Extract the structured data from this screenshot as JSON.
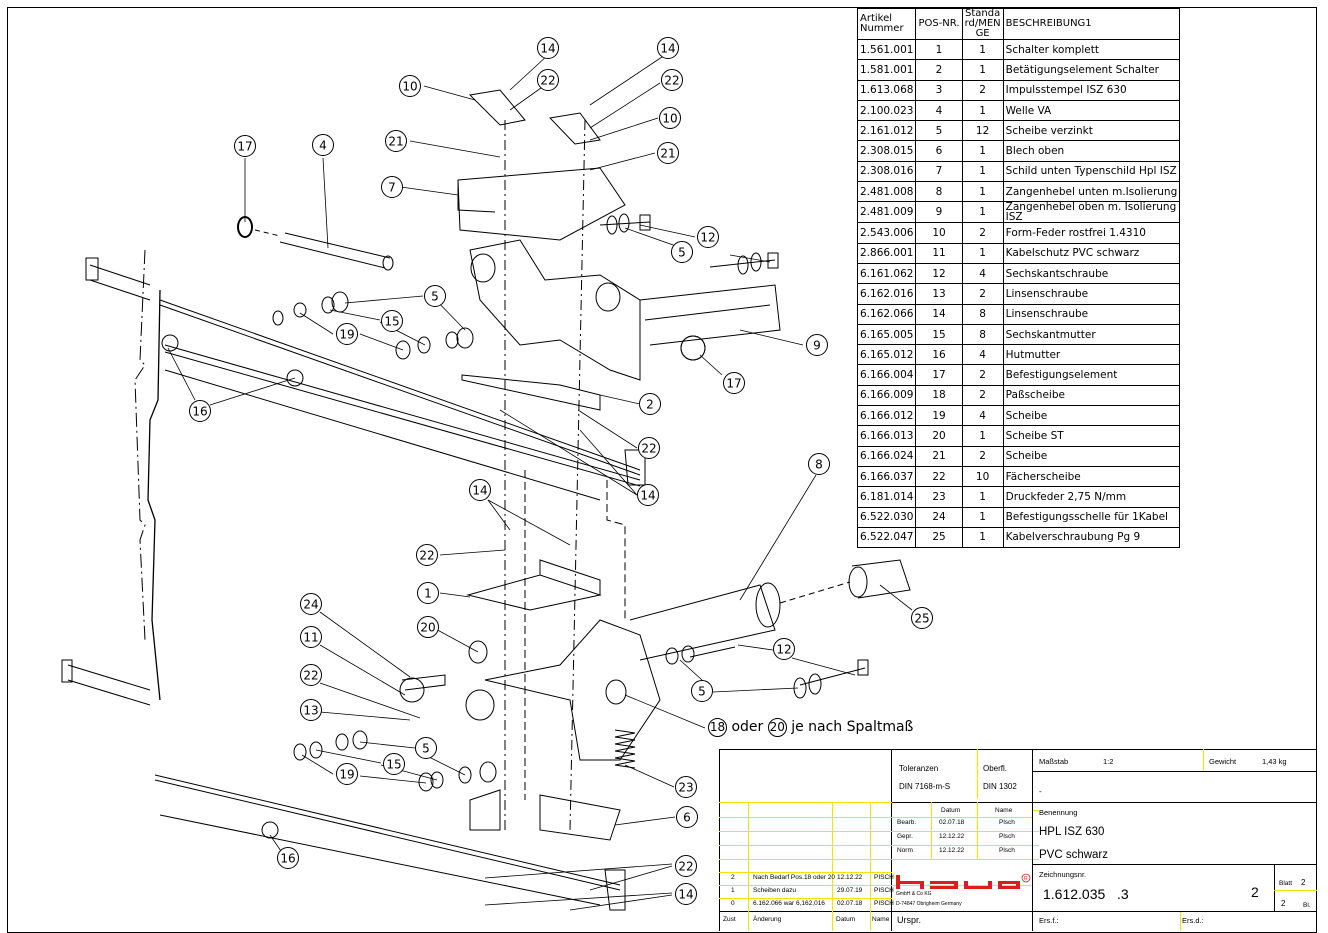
{
  "parts_table": {
    "headers": [
      "Artikel Nummer",
      "POS-NR.",
      "Standard/MENGE",
      "BESCHREIBUNG1"
    ],
    "header_display": {
      "artikel_line1": "Artikel",
      "artikel_line2": "Nummer",
      "pos": "POS-NR.",
      "menge_line1": "Standa",
      "menge_line2": "rd/MEN",
      "menge_line3": "GE",
      "beschreibung": "BESCHREIBUNG1"
    },
    "rows": [
      {
        "artikel": "1.561.001",
        "pos": "1",
        "menge": "1",
        "beschreibung": "Schalter komplett"
      },
      {
        "artikel": "1.581.001",
        "pos": "2",
        "menge": "1",
        "beschreibung": "Betätigungselement Schalter"
      },
      {
        "artikel": "1.613.068",
        "pos": "3",
        "menge": "2",
        "beschreibung": "Impulsstempel ISZ 630"
      },
      {
        "artikel": "2.100.023",
        "pos": "4",
        "menge": "1",
        "beschreibung": "Welle VA"
      },
      {
        "artikel": "2.161.012",
        "pos": "5",
        "menge": "12",
        "beschreibung": "Scheibe verzinkt"
      },
      {
        "artikel": "2.308.015",
        "pos": "6",
        "menge": "1",
        "beschreibung": "Blech oben"
      },
      {
        "artikel": "2.308.016",
        "pos": "7",
        "menge": "1",
        "beschreibung": "Schild unten Typenschild Hpl ISZ"
      },
      {
        "artikel": "2.481.008",
        "pos": "8",
        "menge": "1",
        "beschreibung": "Zangenhebel unten m.Isolierung"
      },
      {
        "artikel": "2.481.009",
        "pos": "9",
        "menge": "1",
        "beschreibung": "Zangenhebel oben m. Isolierung ISZ"
      },
      {
        "artikel": "2.543.006",
        "pos": "10",
        "menge": "2",
        "beschreibung": "Form-Feder rostfrei 1.4310"
      },
      {
        "artikel": "2.866.001",
        "pos": "11",
        "menge": "1",
        "beschreibung": "Kabelschutz PVC schwarz"
      },
      {
        "artikel": "6.161.062",
        "pos": "12",
        "menge": "4",
        "beschreibung": "Sechskantschraube"
      },
      {
        "artikel": "6.162.016",
        "pos": "13",
        "menge": "2",
        "beschreibung": "Linsenschraube"
      },
      {
        "artikel": "6.162.066",
        "pos": "14",
        "menge": "8",
        "beschreibung": "Linsenschraube"
      },
      {
        "artikel": "6.165.005",
        "pos": "15",
        "menge": "8",
        "beschreibung": "Sechskantmutter"
      },
      {
        "artikel": "6.165.012",
        "pos": "16",
        "menge": "4",
        "beschreibung": "Hutmutter"
      },
      {
        "artikel": "6.166.004",
        "pos": "17",
        "menge": "2",
        "beschreibung": "Befestigungselement"
      },
      {
        "artikel": "6.166.009",
        "pos": "18",
        "menge": "2",
        "beschreibung": "Paßscheibe"
      },
      {
        "artikel": "6.166.012",
        "pos": "19",
        "menge": "4",
        "beschreibung": "Scheibe"
      },
      {
        "artikel": "6.166.013",
        "pos": "20",
        "menge": "1",
        "beschreibung": "Scheibe ST"
      },
      {
        "artikel": "6.166.024",
        "pos": "21",
        "menge": "2",
        "beschreibung": "Scheibe"
      },
      {
        "artikel": "6.166.037",
        "pos": "22",
        "menge": "10",
        "beschreibung": "Fächerscheibe"
      },
      {
        "artikel": "6.181.014",
        "pos": "23",
        "menge": "1",
        "beschreibung": "Druckfeder 2,75 N/mm"
      },
      {
        "artikel": "6.522.030",
        "pos": "24",
        "menge": "1",
        "beschreibung": "Befestigungsschelle für 1Kabel"
      },
      {
        "artikel": "6.522.047",
        "pos": "25",
        "menge": "1",
        "beschreibung": "Kabelverschraubung Pg 9"
      }
    ]
  },
  "drawing": {
    "note": {
      "a": "18",
      "oder": "oder",
      "b": "20",
      "rest": "je nach Spaltmaß"
    },
    "callouts": [
      "14",
      "22",
      "10",
      "14",
      "22",
      "10",
      "21",
      "21",
      "7",
      "17",
      "4",
      "12",
      "5",
      "5",
      "15",
      "19",
      "9",
      "16",
      "17",
      "2",
      "22",
      "14",
      "8",
      "14",
      "22",
      "1",
      "25",
      "24",
      "20",
      "11",
      "12",
      "22",
      "5",
      "13",
      "5",
      "15",
      "19",
      "23",
      "6",
      "16",
      "22",
      "14",
      "18"
    ]
  },
  "title_block": {
    "toleranzen_label": "Toleranzen",
    "toleranzen_value": "DIN 7168-m-S",
    "oberfl_label": "Oberfl.",
    "oberfl_value": "DIN 1302",
    "massstab_label": "Maßstab",
    "massstab_value": "1:2",
    "gewicht_label": "Gewicht",
    "gewicht_value": "1,43 kg",
    "dash": "-",
    "datum_header": "Datum",
    "name_header": "Name",
    "signoffs": [
      {
        "role": "Bearb.",
        "datum": "02.07.18",
        "name": "Plsch"
      },
      {
        "role": "Gepr.",
        "datum": "12.12.22",
        "name": "Plsch"
      },
      {
        "role": "Norm",
        "datum": "12.12.22",
        "name": "Plsch"
      }
    ],
    "benennung_label": "Benennung",
    "benennung_line1": "HPL ISZ 630",
    "benennung_line2": "PVC schwarz",
    "zeichnungsnr_label": "Zeichnungsnr.",
    "zeichnungsnr_value": "1.612.035",
    "zeichnungsnr_suffix": ".3",
    "blatt_big": "2",
    "blatt_label": "Blatt",
    "blatt_value": "2",
    "bl_value": "2",
    "bl_label": "Bl.",
    "revisions": [
      {
        "zust": "2",
        "aenderung": "Nach Bedarf Pos.18 oder 20",
        "datum": "12.12.22",
        "name": "PISCH"
      },
      {
        "zust": "1",
        "aenderung": "Scheiben dazu",
        "datum": "29.07.19",
        "name": "PISCH"
      },
      {
        "zust": "0",
        "aenderung": "6.162.066 war 6,162,016",
        "datum": "02.07.18",
        "name": "PISCH"
      }
    ],
    "rev_headers": {
      "zust": "Zust",
      "aenderung": "Änderung",
      "datum": "Datum",
      "name": "Name"
    },
    "company_logo": "hawo",
    "company_line1": "GmbH & Co KG",
    "company_line2": "D-74847 Obrigheim Germany",
    "urspr_label": "Urspr.",
    "ersf_label": "Ers.f.:",
    "ersd_label": "Ers.d.:",
    "brand_color": "#e01b1b",
    "grid_color": "#f2e600"
  }
}
